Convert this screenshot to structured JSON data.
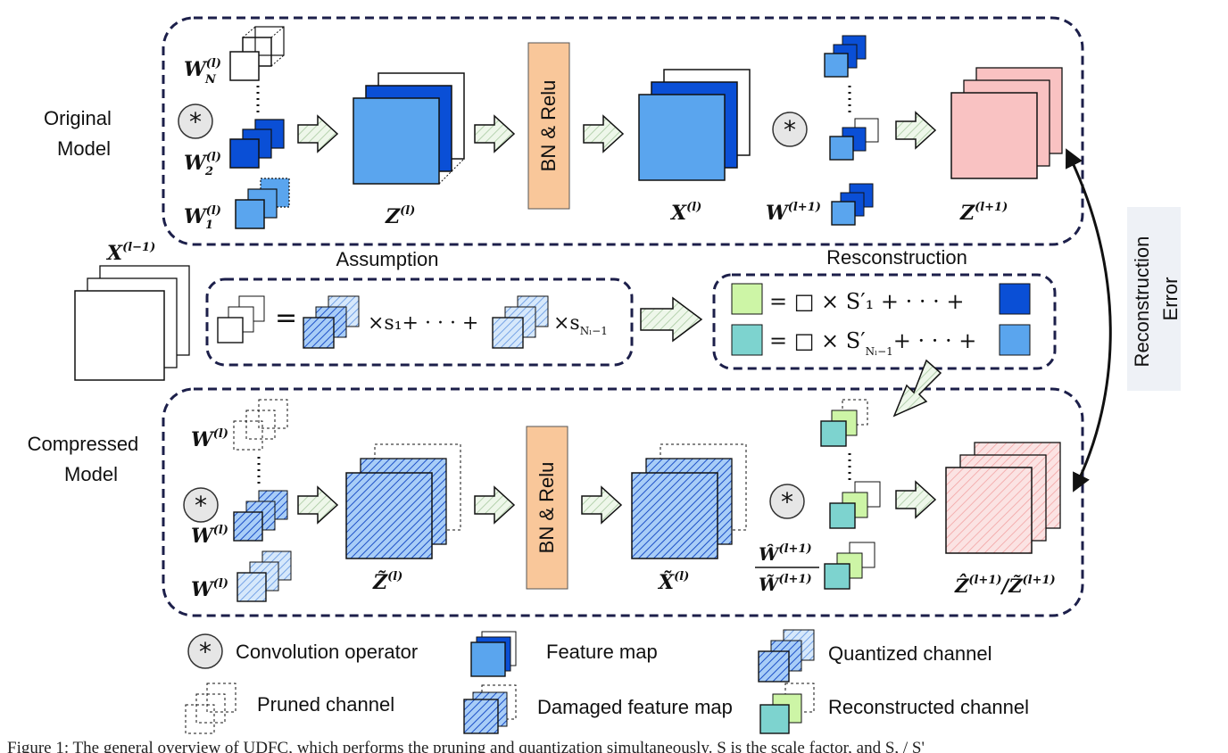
{
  "sections": {
    "original": "Original\nModel",
    "compressed": "Compressed\nModel"
  },
  "labels": {
    "assumption": "Assumption",
    "reconstruction": "Resconstruction",
    "recon_error": "Reconstruction\nError",
    "bn_relu": "BN & Relu"
  },
  "math": {
    "W_Nl": "W",
    "W_Nl_sup": "(l)",
    "W_Nl_sub": "N",
    "W2": "W",
    "W2_sub": "2",
    "W2_sup": "(l)",
    "W1": "W",
    "W1_sub": "1",
    "W1_sup": "(l)",
    "Z_l": "Z",
    "Z_l_sup": "(l)",
    "X_l": "X",
    "X_l_sup": "(l)",
    "W_l1": "W",
    "W_l1_sup": "(l+1)",
    "Z_l1": "Z",
    "Z_l1_sup": "(l+1)",
    "X_lm1": "X",
    "X_lm1_sup": "(l−1)",
    "eq1_times_s1": "×s₁+ · · · +",
    "eq1_times_sn": "×s",
    "eq1_times_sn_sub": "Nₗ−1",
    "eq2a": "= □ ×  S′₁  + · · · +",
    "eq2b": "= □ × S′",
    "eq2b_sub": "Nₗ−1",
    "eq2b_tail": "+ · · · +",
    "cZ_l": "Z̃",
    "cZ_l_sup": "(l)",
    "cX_l": "X̃",
    "cX_l_sup": "(l)",
    "cW_hat": "Ŵ",
    "cW_hat_sup": "(l+1)",
    "cW_tilde": "W̃",
    "cW_tilde_sup": "(l+1)",
    "cZ_out": "Ẑ",
    "cZ_out_sup": "(l+1)",
    "cZ_out2": "/Z̃",
    "cZ_out2_sup": "(l+1)"
  },
  "legend": {
    "conv": "Convolution operator",
    "feature": "Feature map",
    "quantized": "Quantized channel",
    "pruned": "Pruned channel",
    "damaged": "Damaged feature map",
    "reconstructed": "Reconstructed channel"
  },
  "caption": "Figure 1: The general overview of UDFC, which performs the pruning and quantization simultaneously. S is the scale factor, and S, / S'",
  "colors": {
    "blue_light": "#5aa5ee",
    "blue_dark": "#0a4fd6",
    "pink": "#f9c2c2",
    "orange": "#f9c79a",
    "green_light": "#cdf5a6",
    "teal": "#7dd3cf",
    "navy": "#1c1f4a"
  }
}
